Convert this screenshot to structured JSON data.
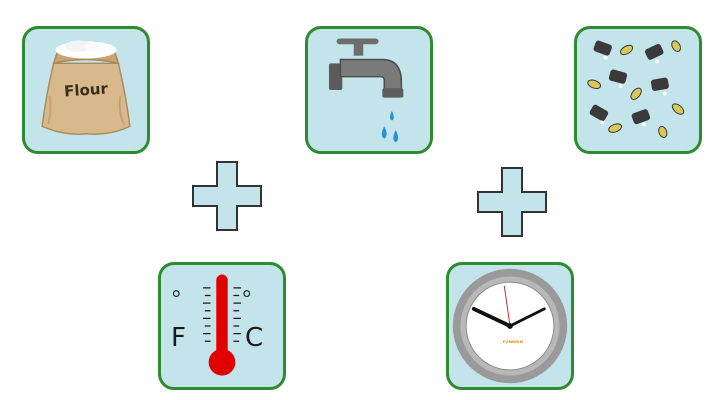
{
  "cards": {
    "flour": {
      "label": "Flour"
    },
    "thermometer": {
      "left_label": "F",
      "right_label": "C"
    },
    "clock": {
      "brand": "FUMBRIM"
    }
  },
  "colors": {
    "card_border": "#2e8b2e",
    "card_fill": "#c2e4ea",
    "plus_fill": "#c2e4ea",
    "plus_stroke": "#333333",
    "thermometer_red": "#e00000",
    "water_drop": "#2a8fd4"
  },
  "icons": [
    "flour-sack-icon",
    "water-faucet-icon",
    "yeast-icon",
    "thermometer-icon",
    "clock-icon",
    "plus-icon"
  ]
}
